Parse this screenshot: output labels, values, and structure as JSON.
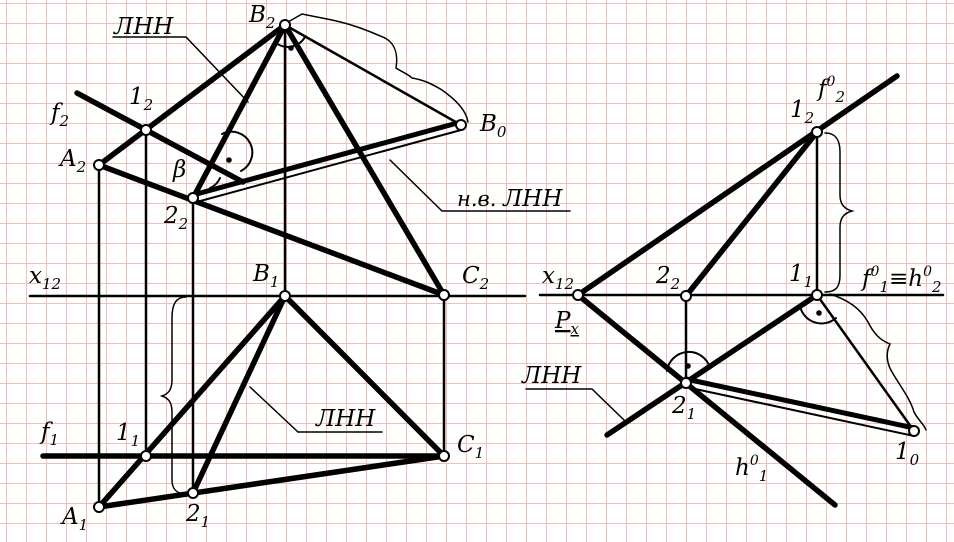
{
  "labels": {
    "lnn": "ЛНН",
    "nv_lnn_prefix": "н.в.",
    "nv_lnn_word": "ЛНН",
    "B": "B",
    "A": "A",
    "C": "C",
    "f": "f",
    "x": "x",
    "P": "P",
    "h": "h",
    "one": "1",
    "two": "2",
    "beta": "β",
    "sub_1": "1",
    "sub_2": "2",
    "sub_12": "12",
    "sub_0": "0",
    "sub_x": "x",
    "sup_0": "0",
    "equiv": "≡"
  },
  "colors": {
    "line": "#000000",
    "grid": "#eec0b8",
    "spellcheck": "#d02020"
  }
}
